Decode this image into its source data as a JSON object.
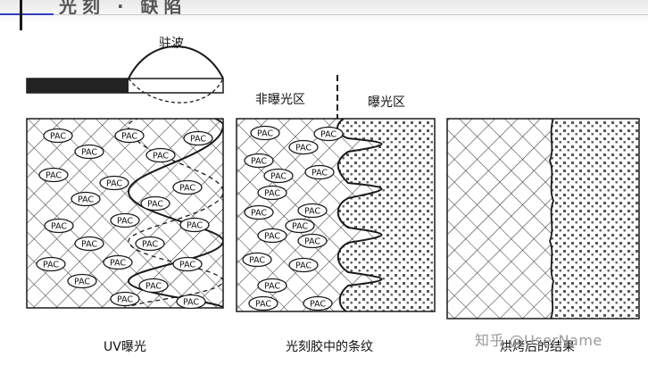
{
  "labels": {
    "standing_wave": "驻波",
    "unexposed_region": "非曝光区",
    "exposed_region": "曝光区",
    "caption_left": "UV曝光",
    "caption_middle": "光刻胶中的条纹",
    "caption_right": "烘烤后的结果"
  },
  "pac_label": "PAC",
  "watermark": "知乎 @UserName",
  "title_fragment": "光刻 · 缺陷",
  "colors": {
    "line": "#1a1a1a",
    "mask_dark": "#222222",
    "dots": "#555555",
    "watermark": "#9a9a9a"
  }
}
